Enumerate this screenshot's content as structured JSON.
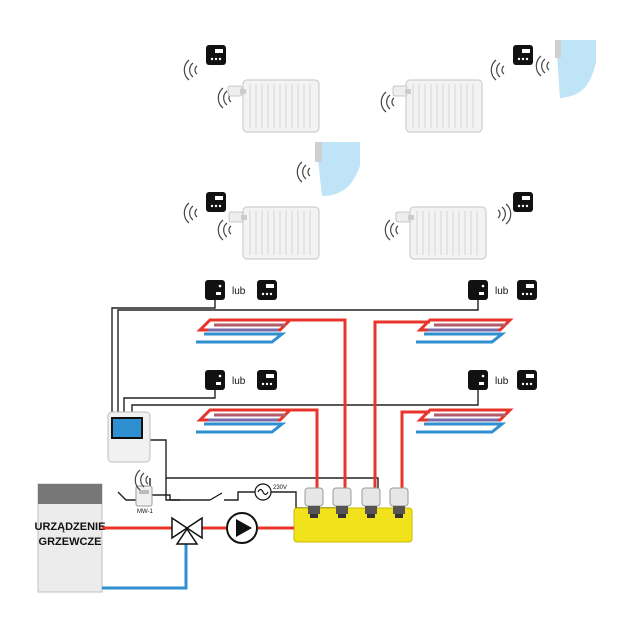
{
  "labels": {
    "or_1": "lub",
    "or_2": "lub",
    "or_3": "lub",
    "or_4": "lub",
    "boiler_line1": "URZĄDZENIE",
    "boiler_line2": "GRZEWCZE",
    "voltage": "230V",
    "module": "MW-1"
  },
  "colors": {
    "supply": "#e8342a",
    "return": "#2f8fd0",
    "manifold": "#f2e21c",
    "wire": "#222222",
    "device": "#111111",
    "radiator": "#f3f3f3",
    "valve_head": "#e6e6e6",
    "window": "#bfe3f7"
  },
  "icons": {
    "thermostat": "room-thermostat-icon",
    "wireless": "wireless-signal-icon",
    "radiator": "radiator-icon",
    "window": "window-sensor-icon",
    "pump": "circulation-pump-icon",
    "valve": "three-way-valve-icon",
    "controller": "controller-icon",
    "ac_source": "ac-source-icon"
  }
}
